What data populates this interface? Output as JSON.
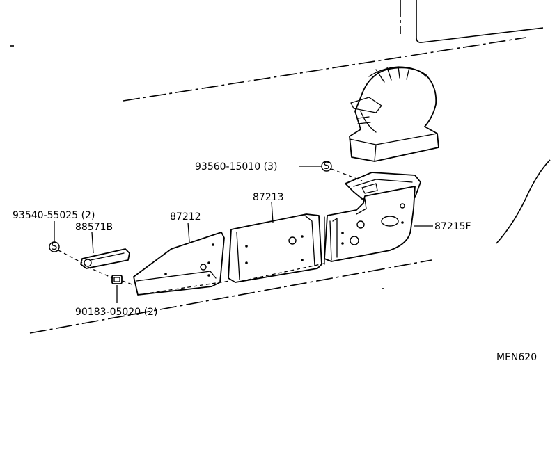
{
  "callouts": [
    {
      "id": "label-93560-15010",
      "text": "93560-15010 (3)"
    },
    {
      "id": "label-87213",
      "text": "87213"
    },
    {
      "id": "label-93540-55025",
      "text": "93540-55025 (2)"
    },
    {
      "id": "label-88571b",
      "text": "88571B"
    },
    {
      "id": "label-87212",
      "text": "87212"
    },
    {
      "id": "label-87215f",
      "text": "87215F"
    },
    {
      "id": "label-90183-05020",
      "text": "90183-05020 (2)"
    }
  ],
  "symbol_s": "S",
  "diagram_code": "MEN620"
}
